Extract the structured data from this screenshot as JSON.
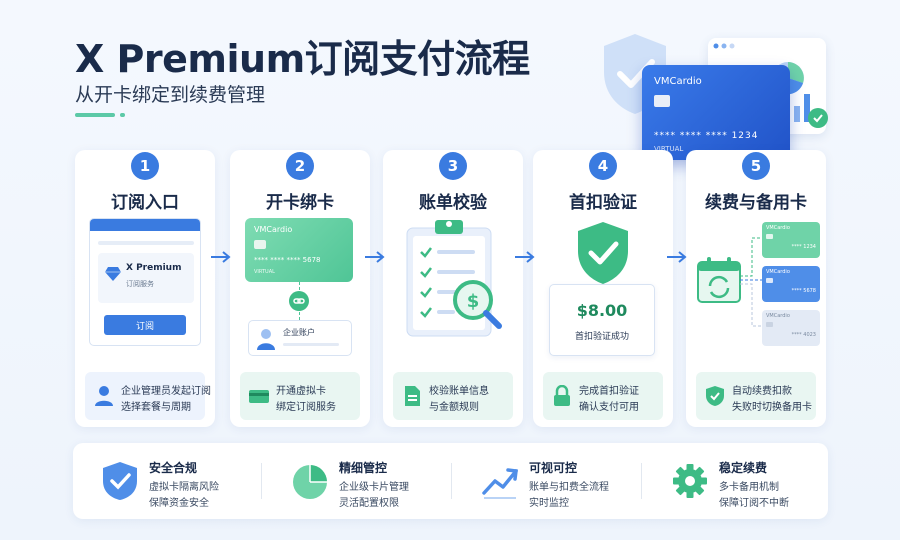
{
  "header": {
    "title": "X Premium订阅支付流程",
    "subtitle": "从开卡绑定到续费管理"
  },
  "hero": {
    "card_name": "VMCardio",
    "card_number": "**** **** **** 1234",
    "card_type": "VIRTUAL"
  },
  "steps": [
    {
      "num": "1",
      "title": "订阅入口",
      "foot_l1": "企业管理员发起订阅",
      "foot_l2": "选择套餐与周期",
      "illus": {
        "product": "X Premium",
        "product_sub": "订阅服务",
        "button": "订阅"
      }
    },
    {
      "num": "2",
      "title": "开卡绑卡",
      "foot_l1": "开通虚拟卡",
      "foot_l2": "绑定订阅服务",
      "illus": {
        "card_name": "VMCardio",
        "card_num": "**** **** **** 5678",
        "card_type": "VIRTUAL",
        "account": "企业账户"
      }
    },
    {
      "num": "3",
      "title": "账单校验",
      "foot_l1": "校验账单信息",
      "foot_l2": "与金额规则"
    },
    {
      "num": "4",
      "title": "首扣验证",
      "foot_l1": "完成首扣验证",
      "foot_l2": "确认支付可用",
      "illus": {
        "amount": "$8.00",
        "amount_label": "首扣验证成功"
      }
    },
    {
      "num": "5",
      "title": "续费与备用卡",
      "foot_l1": "自动续费扣款",
      "foot_l2": "失败时切换备用卡",
      "illus": {
        "cards": [
          {
            "name": "VMCardio",
            "num": "**** 1234",
            "color": "#6fd3a8"
          },
          {
            "name": "VMCardio",
            "num": "**** 5678",
            "color": "#4f8ee8"
          },
          {
            "name": "VMCardio",
            "num": "**** 4023",
            "color": "#e3eaf5"
          }
        ]
      }
    }
  ],
  "features": [
    {
      "title": "安全合规",
      "l1": "虚拟卡隔离风险",
      "l2": "保障资金安全"
    },
    {
      "title": "精细管控",
      "l1": "企业级卡片管理",
      "l2": "灵活配置权限"
    },
    {
      "title": "可视可控",
      "l1": "账单与扣费全流程",
      "l2": "实时监控"
    },
    {
      "title": "稳定续费",
      "l1": "多卡备用机制",
      "l2": "保障订阅不中断"
    }
  ],
  "colors": {
    "blue": "#3a7be0",
    "green": "#3dbb85",
    "mint": "#6fd3a8"
  }
}
